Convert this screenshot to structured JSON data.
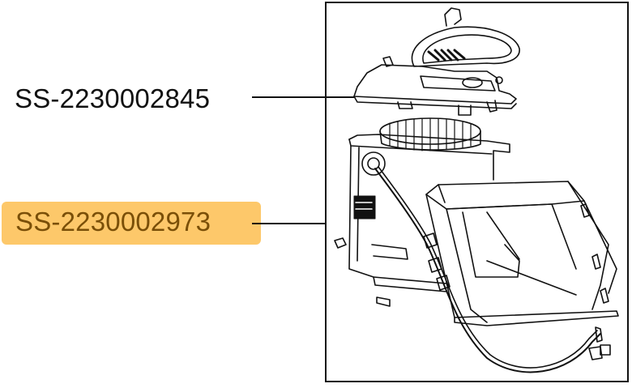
{
  "diagram": {
    "callouts": [
      {
        "part_number": "SS-2230002845",
        "highlighted": false,
        "refers_to": "upper housing with handle"
      },
      {
        "part_number": "SS-2230002973",
        "highlighted": true,
        "refers_to": "lower housing with bracket and wiring"
      }
    ],
    "colors": {
      "highlight_fill": "#fdc86a",
      "highlight_text": "#7a4f08",
      "line": "#111111",
      "background": "#ffffff"
    }
  }
}
